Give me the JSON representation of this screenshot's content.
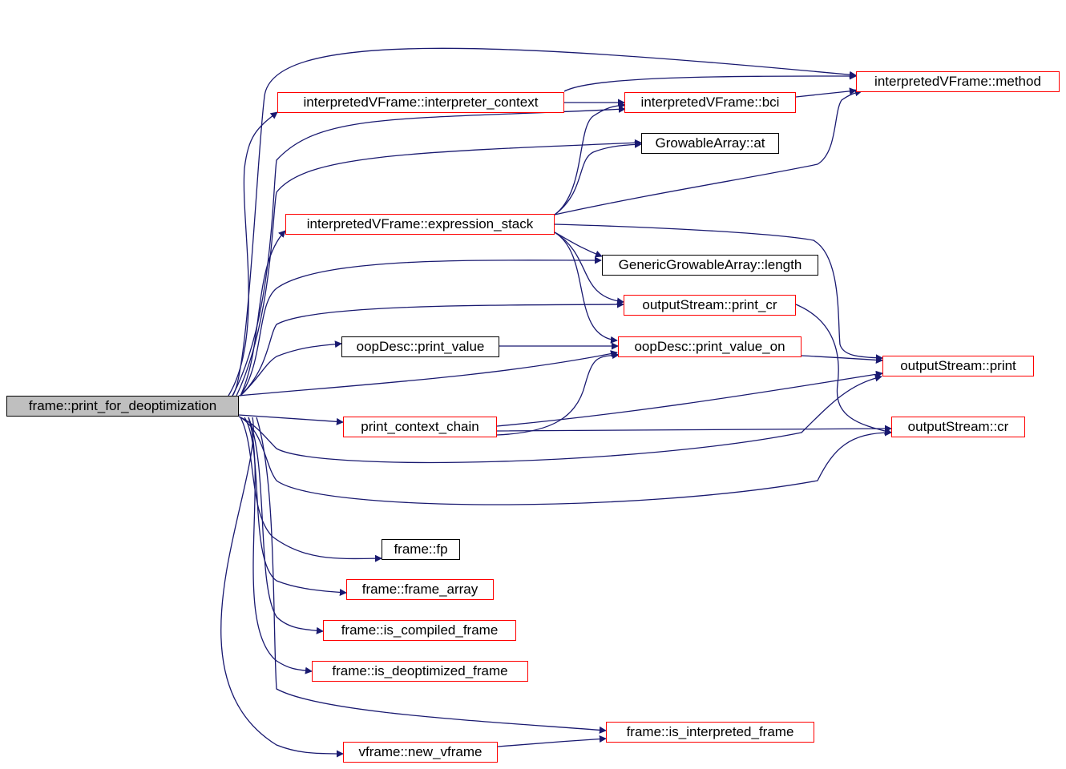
{
  "colors": {
    "edge": "#191970",
    "linked_border": "#ff0000",
    "plain_border": "#000000",
    "root_fill": "#bfbfbf"
  },
  "nodes": {
    "root": {
      "label": "frame::print_for_deoptimization",
      "kind": "root"
    },
    "ivf_method": {
      "label": "interpretedVFrame::method",
      "kind": "linked"
    },
    "ivf_interp_ctx": {
      "label": "interpretedVFrame::interpreter_context",
      "kind": "linked"
    },
    "ivf_bci": {
      "label": "interpretedVFrame::bci",
      "kind": "linked"
    },
    "ga_at": {
      "label": "GrowableArray::at",
      "kind": "plain"
    },
    "ivf_expr_stack": {
      "label": "interpretedVFrame::expression_stack",
      "kind": "linked"
    },
    "gga_length": {
      "label": "GenericGrowableArray::length",
      "kind": "plain"
    },
    "os_print_cr": {
      "label": "outputStream::print_cr",
      "kind": "linked"
    },
    "oop_print_value": {
      "label": "oopDesc::print_value",
      "kind": "plain"
    },
    "oop_print_value_on": {
      "label": "oopDesc::print_value_on",
      "kind": "linked"
    },
    "os_print": {
      "label": "outputStream::print",
      "kind": "linked"
    },
    "print_ctx_chain": {
      "label": "print_context_chain",
      "kind": "linked"
    },
    "os_cr": {
      "label": "outputStream::cr",
      "kind": "linked"
    },
    "frame_fp": {
      "label": "frame::fp",
      "kind": "plain"
    },
    "frame_array": {
      "label": "frame::frame_array",
      "kind": "linked"
    },
    "is_compiled": {
      "label": "frame::is_compiled_frame",
      "kind": "linked"
    },
    "is_deopt": {
      "label": "frame::is_deoptimized_frame",
      "kind": "linked"
    },
    "is_interp": {
      "label": "frame::is_interpreted_frame",
      "kind": "linked"
    },
    "new_vframe": {
      "label": "vframe::new_vframe",
      "kind": "linked"
    }
  }
}
